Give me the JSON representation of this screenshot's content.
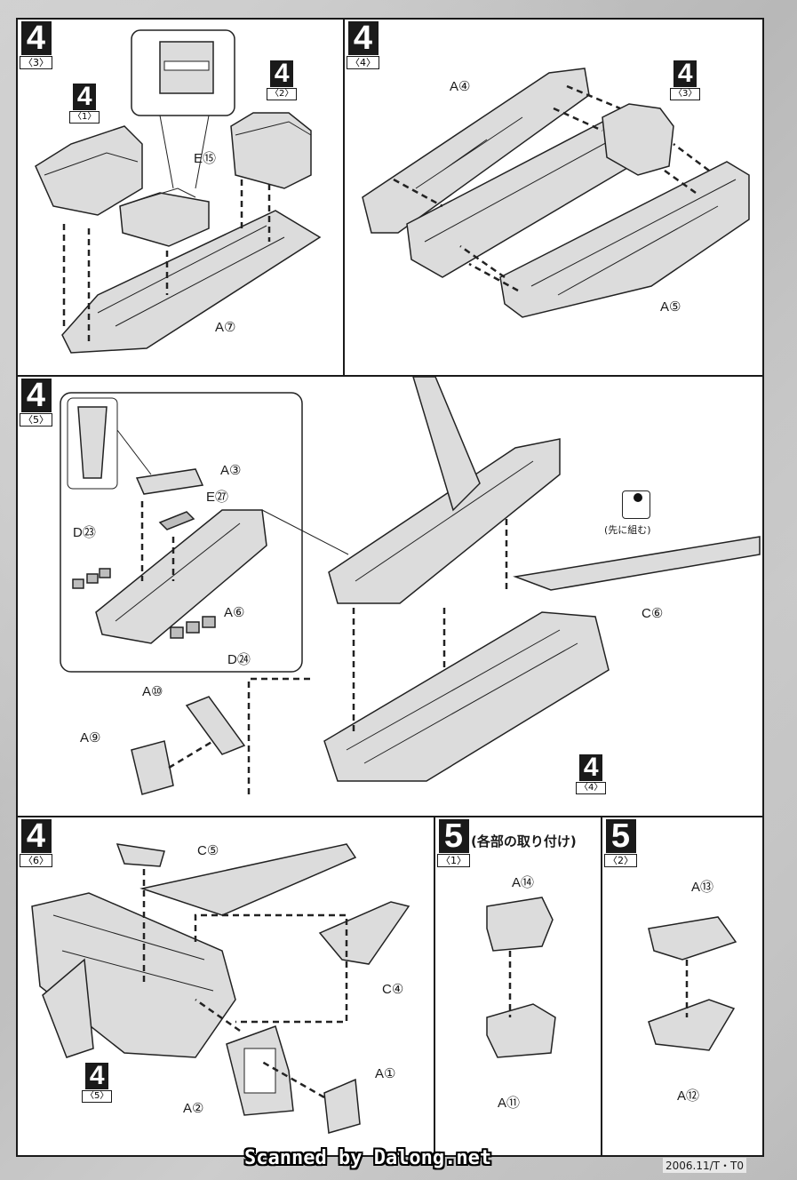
{
  "panels": {
    "p43": {
      "step": {
        "num": "4",
        "sub": "〈3〉"
      },
      "sub_steps": [
        {
          "num": "4",
          "sub": "〈1〉"
        },
        {
          "num": "4",
          "sub": "〈2〉"
        }
      ],
      "labels": {
        "e15": "E⑮",
        "a7": "A⑦"
      }
    },
    "p44": {
      "step": {
        "num": "4",
        "sub": "〈4〉"
      },
      "sub_step": {
        "num": "4",
        "sub": "〈3〉"
      },
      "labels": {
        "a4": "A④",
        "a5": "A⑤"
      }
    },
    "p45": {
      "step": {
        "num": "4",
        "sub": "〈5〉"
      },
      "ref_step": {
        "num": "4",
        "sub": "〈4〉"
      },
      "labels": {
        "a3": "A③",
        "e27": "E㉗",
        "d23": "D㉓",
        "a6": "A⑥",
        "d24": "D㉔",
        "a10": "A⑩",
        "a9": "A⑨",
        "c6": "C⑥"
      },
      "note": "(先に組む)"
    },
    "p46": {
      "step": {
        "num": "4",
        "sub": "〈6〉"
      },
      "ref_step": {
        "num": "4",
        "sub": "〈5〉"
      },
      "labels": {
        "c5": "C⑤",
        "c4": "C④",
        "a1": "A①",
        "a2": "A②"
      }
    },
    "p51": {
      "step": {
        "num": "5",
        "sub": "〈1〉"
      },
      "title": "(各部の取り付け)",
      "labels": {
        "a14": "A⑭",
        "a11": "A⑪"
      }
    },
    "p52": {
      "step": {
        "num": "5",
        "sub": "〈2〉"
      },
      "labels": {
        "a13": "A⑬",
        "a12": "A⑫"
      }
    }
  },
  "footer": {
    "credit": "Scanned by Dalong.net",
    "code": "2006.11/T・T0"
  }
}
